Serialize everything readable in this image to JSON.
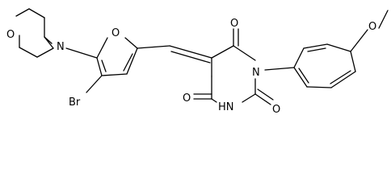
{
  "molecule": {
    "atom_labels": {
      "o_morpholine": "O",
      "n_morpholine": "N",
      "o_furan": "O",
      "br": "Br",
      "o_c6": "O",
      "o_c4": "O",
      "o_c2": "O",
      "n1": "N",
      "n3h": "HN",
      "o_methoxy": "O"
    }
  },
  "colors": {
    "bond": "#000000",
    "label": "#000000",
    "background": "#ffffff"
  }
}
